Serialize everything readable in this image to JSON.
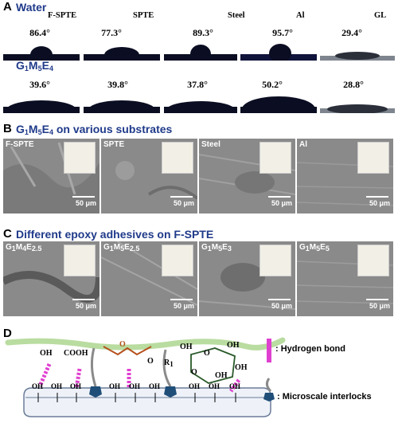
{
  "section_a": {
    "letter": "A",
    "title": "Water",
    "substrates": [
      "F-SPTE",
      "SPTE",
      "Steel",
      "Al",
      "GL"
    ],
    "water_angles": [
      "86.4°",
      "77.3°",
      "89.3°",
      "95.7°",
      "29.4°"
    ],
    "adhesive_label": {
      "main": "G",
      "s1": "1",
      "m": "M",
      "s2": "5",
      "e": "E",
      "s3": "4"
    },
    "adhesive_angles": [
      "39.6°",
      "39.8°",
      "37.8°",
      "50.2°",
      "28.8°"
    ]
  },
  "section_b": {
    "letter": "B",
    "title_parts": {
      "g": "G",
      "s1": "1",
      "m": "M",
      "s2": "5",
      "e": "E",
      "s3": "4",
      "rest": " on various substrates"
    },
    "panels": [
      "F-SPTE",
      "SPTE",
      "Steel",
      "Al"
    ],
    "scale": "50 μm"
  },
  "section_c": {
    "letter": "C",
    "title": "Different epoxy adhesives on F-SPTE",
    "panels": [
      {
        "g": "G",
        "s1": "1",
        "m": "M",
        "s2": "4",
        "e": "E",
        "s3": "2.5"
      },
      {
        "g": "G",
        "s1": "1",
        "m": "M",
        "s2": "5",
        "e": "E",
        "s3": "2.5"
      },
      {
        "g": "G",
        "s1": "1",
        "m": "M",
        "s2": "5",
        "e": "E",
        "s3": "3"
      },
      {
        "g": "G",
        "s1": "1",
        "m": "M",
        "s2": "5",
        "e": "E",
        "s3": "5"
      }
    ],
    "scale": "50 μm"
  },
  "section_d": {
    "letter": "D",
    "groups": [
      "OH",
      "COOH",
      "O",
      "O",
      "R",
      "1",
      "OH",
      "O",
      "OH",
      "O",
      "OH",
      "OH"
    ],
    "surface_oh": "OH",
    "legend_hbond": ": Hydrogen bond",
    "legend_interlock": ": Microscale interlocks"
  },
  "colors": {
    "title_blue": "#1f3a8a",
    "hbond": "#e040d0",
    "chain": "#b9dca0",
    "brown": "#b5501c",
    "interlock": "#1f4e79"
  }
}
